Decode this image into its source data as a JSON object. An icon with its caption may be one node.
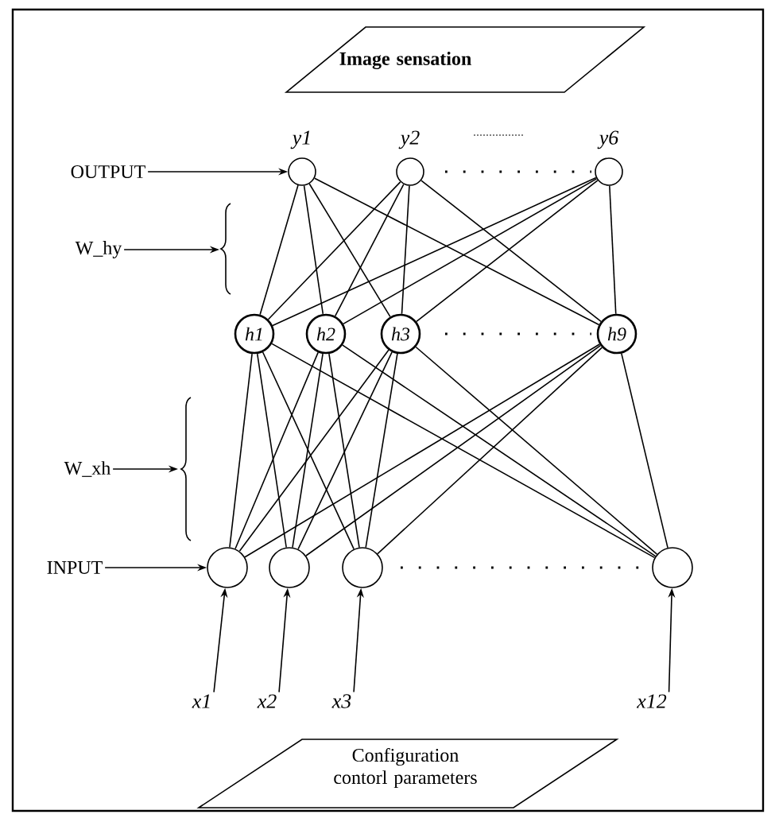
{
  "diagram": {
    "nodes": [
      {
        "text": [
          "Image sensation"
        ]
      },
      {
        "text": [
          "OUTPUT"
        ]
      },
      {
        "text": [],
        "shape": "circle",
        "beside": [
          "y1"
        ]
      },
      {
        "text": [],
        "shape": "circle",
        "beside": [
          "y2"
        ]
      },
      {
        "text": [],
        "shape": "circle",
        "beside": [
          "y6"
        ]
      },
      {
        "text": [
          "W_hy"
        ]
      },
      {
        "text": [
          "h1"
        ]
      },
      {
        "text": [
          "h2"
        ]
      },
      {
        "text": [
          "h3"
        ]
      },
      {
        "text": [
          "h9"
        ]
      },
      {
        "text": [
          "W_xh"
        ]
      },
      {
        "text": [
          "INPUT"
        ]
      },
      {
        "text": [],
        "shape": "circle"
      },
      {
        "text": [],
        "shape": "circle"
      },
      {
        "text": [],
        "shape": "circle"
      },
      {
        "text": [],
        "shape": "circle"
      },
      {
        "text": [
          "x1"
        ]
      },
      {
        "text": [
          "x2"
        ]
      },
      {
        "text": [
          "x3"
        ]
      },
      {
        "text": [
          "x12"
        ]
      },
      {
        "text": [
          "Configuration contorl parameters"
        ]
      }
    ],
    "edges": [
      {
        "from": 1,
        "to": 2,
        "arrow": "to"
      },
      {
        "from": 5,
        "to": null,
        "arrow": "to"
      },
      {
        "from": 2,
        "to": 6,
        "arrow": "none"
      },
      {
        "from": 2,
        "to": 7,
        "arrow": "none"
      },
      {
        "from": 2,
        "to": 8,
        "arrow": "none"
      },
      {
        "from": 2,
        "to": 9,
        "arrow": "none"
      },
      {
        "from": 3,
        "to": 6,
        "arrow": "none"
      },
      {
        "from": 3,
        "to": 7,
        "arrow": "none"
      },
      {
        "from": 3,
        "to": 8,
        "arrow": "none"
      },
      {
        "from": 3,
        "to": 9,
        "arrow": "none"
      },
      {
        "from": 4,
        "to": 6,
        "arrow": "none"
      },
      {
        "from": 4,
        "to": 7,
        "arrow": "none"
      },
      {
        "from": 4,
        "to": 8,
        "arrow": "none"
      },
      {
        "from": 4,
        "to": 9,
        "arrow": "none"
      },
      {
        "from": 10,
        "to": null,
        "arrow": "to"
      },
      {
        "from": 11,
        "to": 12,
        "arrow": "to"
      },
      {
        "from": 6,
        "to": 12,
        "arrow": "none"
      },
      {
        "from": 6,
        "to": 13,
        "arrow": "none"
      },
      {
        "from": 6,
        "to": 14,
        "arrow": "none"
      },
      {
        "from": 6,
        "to": 15,
        "arrow": "none"
      },
      {
        "from": 7,
        "to": 12,
        "arrow": "none"
      },
      {
        "from": 7,
        "to": 13,
        "arrow": "none"
      },
      {
        "from": 7,
        "to": 14,
        "arrow": "none"
      },
      {
        "from": 7,
        "to": 15,
        "arrow": "none"
      },
      {
        "from": 8,
        "to": 12,
        "arrow": "none"
      },
      {
        "from": 8,
        "to": 13,
        "arrow": "none"
      },
      {
        "from": 8,
        "to": 14,
        "arrow": "none"
      },
      {
        "from": 8,
        "to": 15,
        "arrow": "none"
      },
      {
        "from": 9,
        "to": 12,
        "arrow": "none"
      },
      {
        "from": 9,
        "to": 13,
        "arrow": "none"
      },
      {
        "from": 9,
        "to": 14,
        "arrow": "none"
      },
      {
        "from": 9,
        "to": 15,
        "arrow": "none"
      },
      {
        "from": 16,
        "to": 12,
        "arrow": "to"
      },
      {
        "from": 17,
        "to": 13,
        "arrow": "to"
      },
      {
        "from": 18,
        "to": 14,
        "arrow": "to"
      },
      {
        "from": 19,
        "to": 15,
        "arrow": "to"
      }
    ]
  }
}
